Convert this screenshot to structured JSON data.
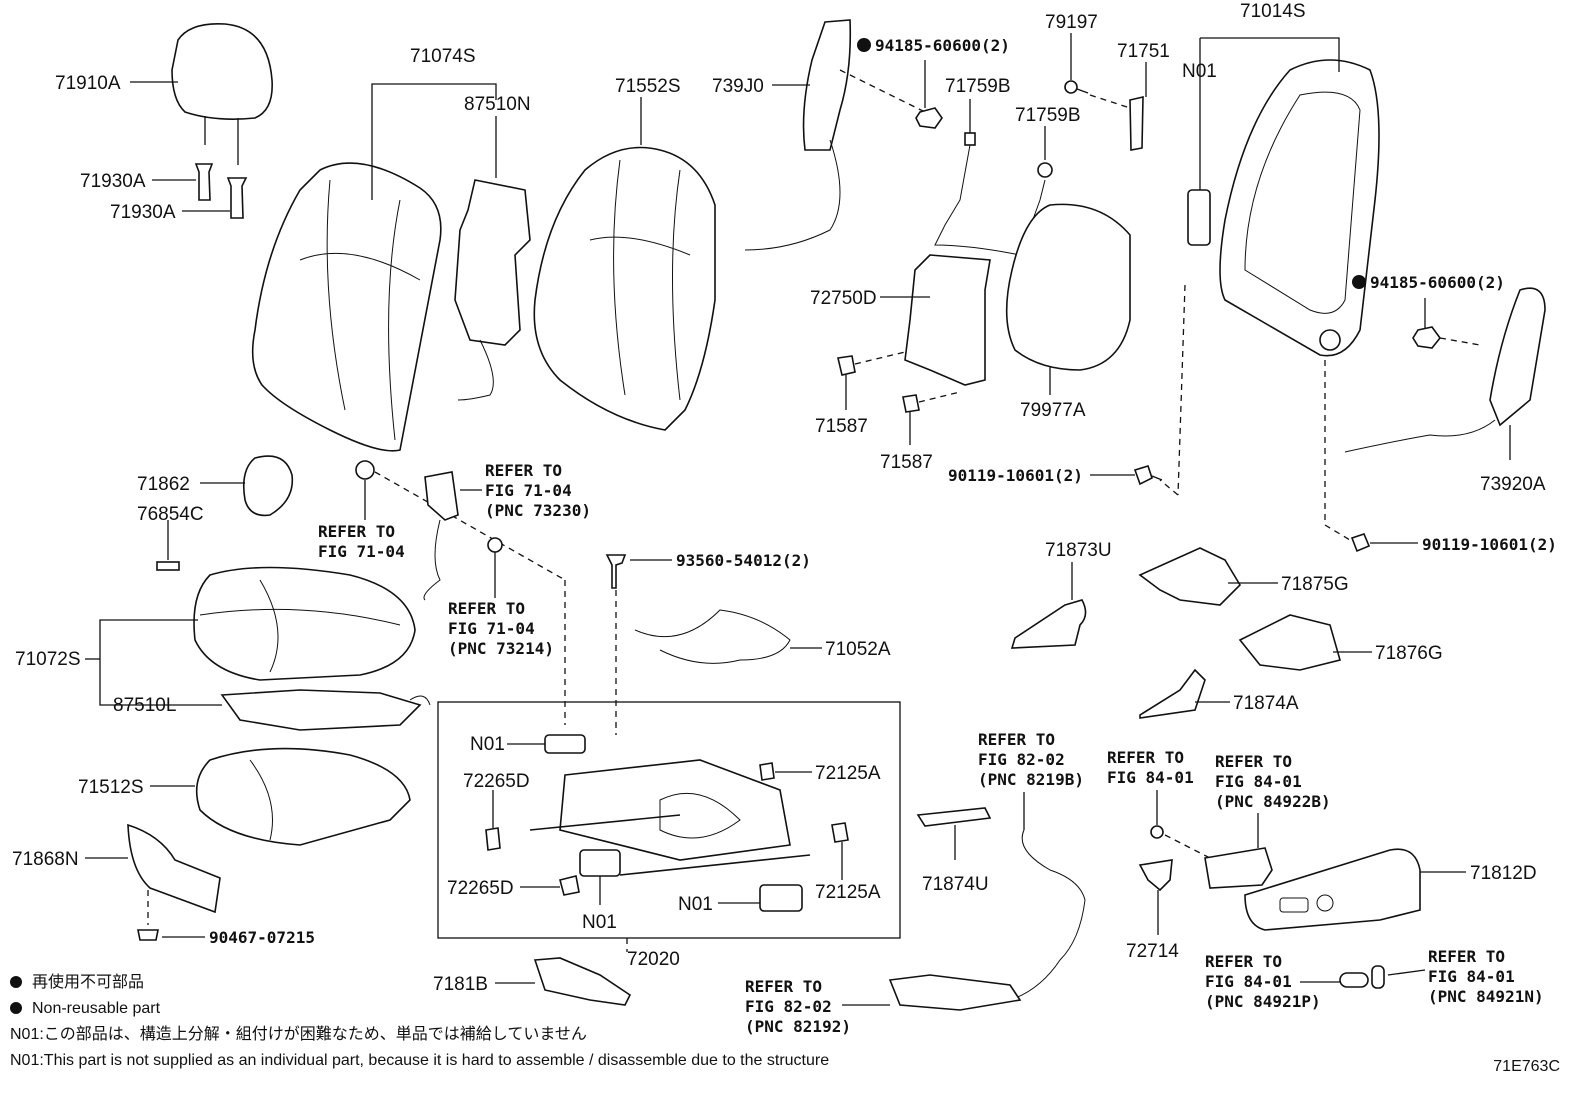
{
  "figure_code": "71E763C",
  "legend": {
    "nonreusable_jp": "再使用不可部品",
    "nonreusable_en": "Non-reusable part",
    "n01_jp": "N01:この部品は、構造上分解・組付けが困難なため、単品では補給していません",
    "n01_en": "N01:This part is not supplied as an individual part, because it is hard to assemble / disassemble due to the structure"
  },
  "labels": {
    "p71910A": "71910A",
    "p71930A_1": "71930A",
    "p71930A_2": "71930A",
    "p71074S": "71074S",
    "p87510N": "87510N",
    "p71552S": "71552S",
    "p739J0": "739J0",
    "p94185_top": "94185-60600(2)",
    "p71759B_1": "71759B",
    "p79197": "79197",
    "p71751": "71751",
    "p71759B_2": "71759B",
    "p71014S": "71014S",
    "pN01_top": "N01",
    "p72750D": "72750D",
    "p94185_right": "94185-60600(2)",
    "p71587_1": "71587",
    "p71587_2": "71587",
    "p79977A": "79977A",
    "p90119_1": "90119-10601(2)",
    "p73920A": "73920A",
    "p90119_2": "90119-10601(2)",
    "p71862": "71862",
    "p76854C": "76854C",
    "ref1_a": "REFER TO",
    "ref1_b": "FIG 71-04",
    "ref1_c": "(PNC 73230)",
    "ref2_a": "REFER TO",
    "ref2_b": "FIG 71-04",
    "ref3_a": "REFER TO",
    "ref3_b": "FIG 71-04",
    "ref3_c": "(PNC 73214)",
    "p93560": "93560-54012(2)",
    "p71052A": "71052A",
    "p71873U": "71873U",
    "p71875G": "71875G",
    "p71876G": "71876G",
    "p71874A": "71874A",
    "p71072S": "71072S",
    "p87510L": "87510L",
    "pN01_a": "N01",
    "p72265D_1": "72265D",
    "p72125A_1": "72125A",
    "p71512S": "71512S",
    "p71868N": "71868N",
    "p72265D_2": "72265D",
    "pN01_b": "N01",
    "pN01_c": "N01",
    "p72125A_2": "72125A",
    "p72020": "72020",
    "p90467": "90467-07215",
    "p7181B": "7181B",
    "ref4_a": "REFER TO",
    "ref4_b": "FIG 82-02",
    "ref4_c": "(PNC 8219B)",
    "p71874U": "71874U",
    "ref5_a": "REFER TO",
    "ref5_b": "FIG 84-01",
    "ref6_a": "REFER TO",
    "ref6_b": "FIG 84-01",
    "ref6_c": "(PNC 84922B)",
    "p71812D": "71812D",
    "p72714": "72714",
    "ref7_a": "REFER TO",
    "ref7_b": "FIG 82-02",
    "ref7_c": "(PNC 82192)",
    "ref8_a": "REFER TO",
    "ref8_b": "FIG 84-01",
    "ref8_c": "(PNC 84921P)",
    "ref9_a": "REFER TO",
    "ref9_b": "FIG 84-01",
    "ref9_c": "(PNC 84921N)"
  }
}
